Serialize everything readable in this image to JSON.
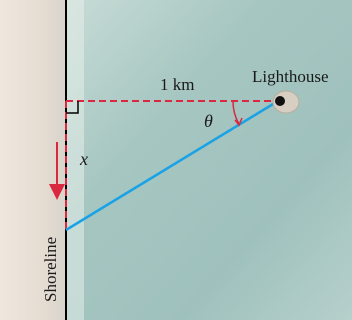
{
  "diagram": {
    "distance_label": "1 km",
    "lighthouse_label": "Lighthouse",
    "angle_label": "θ",
    "x_label": "x",
    "shoreline_label": "Shoreline"
  },
  "colors": {
    "beach": "#e9e0d6",
    "water": "#a9c8c3",
    "dashed": "#d9283f",
    "beam": "#1aa2e6",
    "arrow": "#d9283f",
    "shoreline": "#000000"
  }
}
